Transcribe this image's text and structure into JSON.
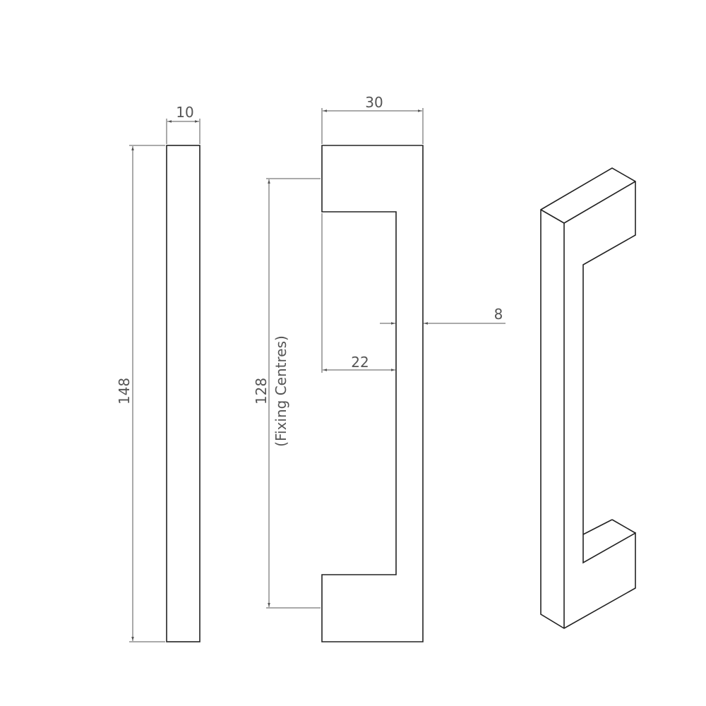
{
  "dimensions": {
    "side_width": "10",
    "overall_length": "148",
    "front_width": "30",
    "fixing_centres_value": "128",
    "fixing_centres_label": "(Fixing Centres)",
    "bar_thickness": "8",
    "projection": "22"
  },
  "views": [
    "side-view",
    "front-view",
    "isometric-view"
  ]
}
